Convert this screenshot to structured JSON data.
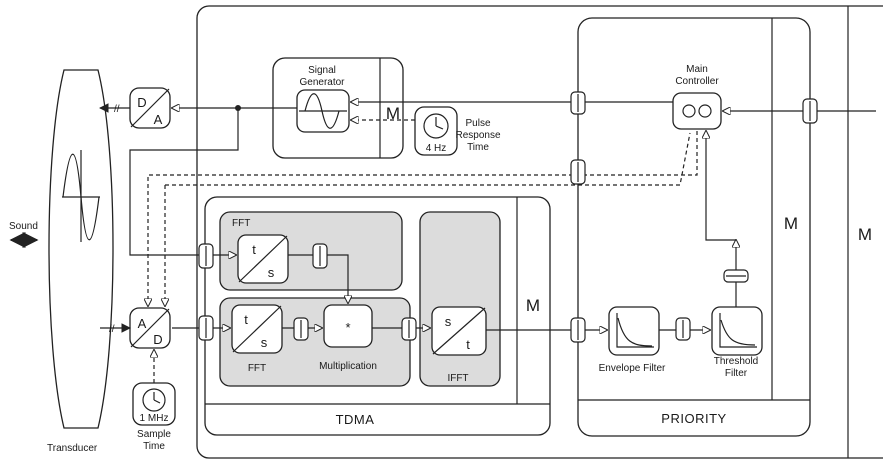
{
  "labels": {
    "sound": "Sound",
    "transducer": "Transducer",
    "da_top": "D",
    "da_bottom": "A",
    "ad_top": "A",
    "ad_bottom": "D",
    "sample_clock_value": "1 MHz",
    "sample_time_line1": "Sample",
    "sample_time_line2": "Time",
    "signal_generator_line1": "Signal",
    "signal_generator_line2": "Generator",
    "sg_m": "M",
    "pulse_clock_value": "4 Hz",
    "pulse_line1": "Pulse",
    "pulse_line2": "Response",
    "pulse_line3": "Time",
    "fft_top": "FFT",
    "fft_top_t": "t",
    "fft_top_s": "s",
    "fft_bottom": "FFT",
    "fft_bottom_t": "t",
    "fft_bottom_s": "s",
    "multiply_symbol": "*",
    "multiplication": "Multiplication",
    "ifft": "IFFT",
    "ifft_s": "s",
    "ifft_t": "t",
    "tdma_m": "M",
    "tdma": "TDMA",
    "main_controller_line1": "Main",
    "main_controller_line2": "Controller",
    "envelope_filter": "Envelope Filter",
    "threshold_line1": "Threshold",
    "threshold_line2": "Filter",
    "priority_m": "M",
    "priority": "PRIORITY",
    "outer_m": "M"
  }
}
